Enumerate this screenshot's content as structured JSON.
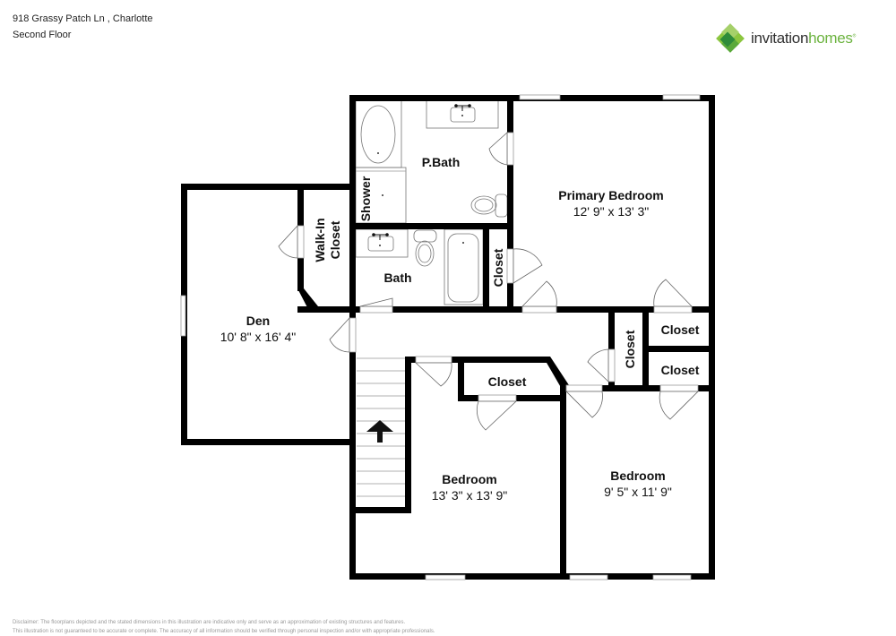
{
  "header": {
    "address": "918 Grassy Patch Ln , Charlotte",
    "floor": "Second Floor"
  },
  "logo": {
    "icon": "invitation-homes-logo-icon",
    "word1": "invitation",
    "word2": "homes",
    "trademark": "®",
    "colors": {
      "dark": "#2f2f2f",
      "green": "#6cb33f",
      "green_dark": "#2e8b3a",
      "green_light": "#8cc63f"
    }
  },
  "rooms": {
    "pbath": {
      "label": "P.Bath"
    },
    "shower": {
      "label": "Shower"
    },
    "walkin": {
      "line1": "Walk-In",
      "line2": "Closet"
    },
    "bath": {
      "label": "Bath"
    },
    "bath_closet": {
      "label": "Closet"
    },
    "primary": {
      "label": "Primary Bedroom",
      "dims": "12' 9\" x 13' 3\""
    },
    "den": {
      "label": "Den",
      "dims": "10' 8\" x 16' 4\""
    },
    "hall_closet": {
      "label": "Closet"
    },
    "closet_right_top": {
      "label": "Closet"
    },
    "closet_right_bottom": {
      "label": "Closet"
    },
    "bed_closet": {
      "label": "Closet"
    },
    "bedroom1": {
      "label": "Bedroom",
      "dims": "13' 3\" x 13' 9\""
    },
    "bedroom2": {
      "label": "Bedroom",
      "dims": "9' 5\" x 11' 9\""
    }
  },
  "stairs": {
    "direction": "up",
    "icon": "arrow-up-icon"
  },
  "disclaimer": {
    "line1": "Disclaimer: The floorplans depicted and the stated dimensions in this illustration are indicative only and serve as an approximation of existing structures and features.",
    "line2": "This illustration is not guaranteed to be accurate or complete. The accuracy of all information should be verified through personal inspection and/or with appropriate professionals."
  }
}
